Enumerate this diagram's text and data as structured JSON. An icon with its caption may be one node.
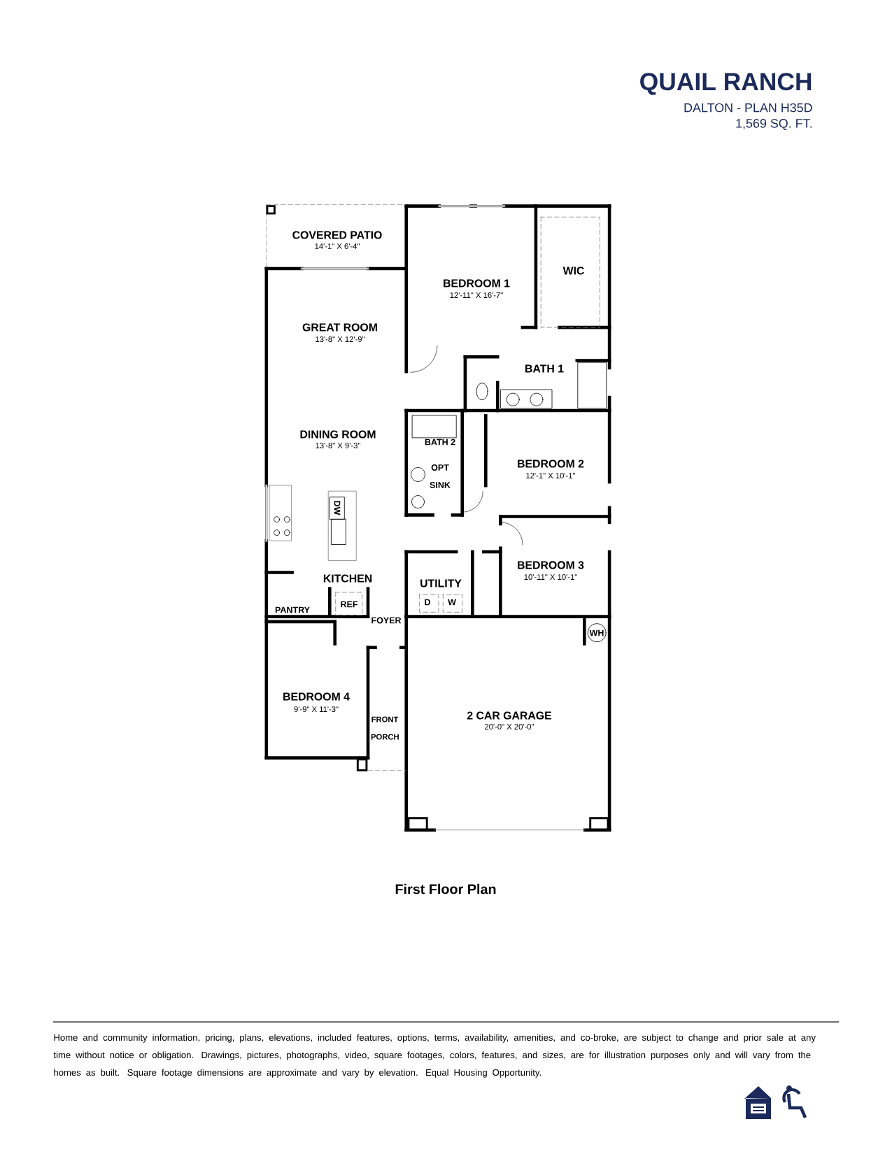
{
  "diagram": {
    "title": "QUAIL RANCH",
    "caption": "First Floor Plan",
    "labels": [
      "DALTON - PLAN H35D",
      "1,569 SQ. FT.",
      "COVERED PATIO",
      "14'-1\" X 6'-4\"",
      "BEDROOM 1",
      "12'-11\" X 16'-7\"",
      "WIC",
      "GREAT ROOM",
      "13'-8\" X 12'-9\"",
      "BATH 1",
      "DINING ROOM",
      "13'-8\" X 9'-3\"",
      "BATH 2",
      "OPT SINK",
      "BEDROOM 2",
      "12'-1\" X 10'-1\"",
      "DW",
      "BEDROOM 3",
      "10'-11\" X 10'-1\"",
      "KITCHEN",
      "UTILITY",
      "D",
      "W",
      "REF",
      "PANTRY",
      "FOYER",
      "WH",
      "BEDROOM 4",
      "9'-9\" X 11'-3\"",
      "2 CAR GARAGE",
      "20'-0\" X 20'-0\"",
      "FRONT PORCH",
      "Home and community information, pricing, plans, elevations, included features, options, terms, availability, amenities, and co-broke, are subject to change and prior sale at any time without notice or obligation. Drawings, pictures, photographs, video, square footages, colors, features, and sizes, are for illustration purposes only and will vary from the homes as built. Square footage dimensions are approximate and vary by elevation. Equal Housing Opportunity."
    ]
  }
}
